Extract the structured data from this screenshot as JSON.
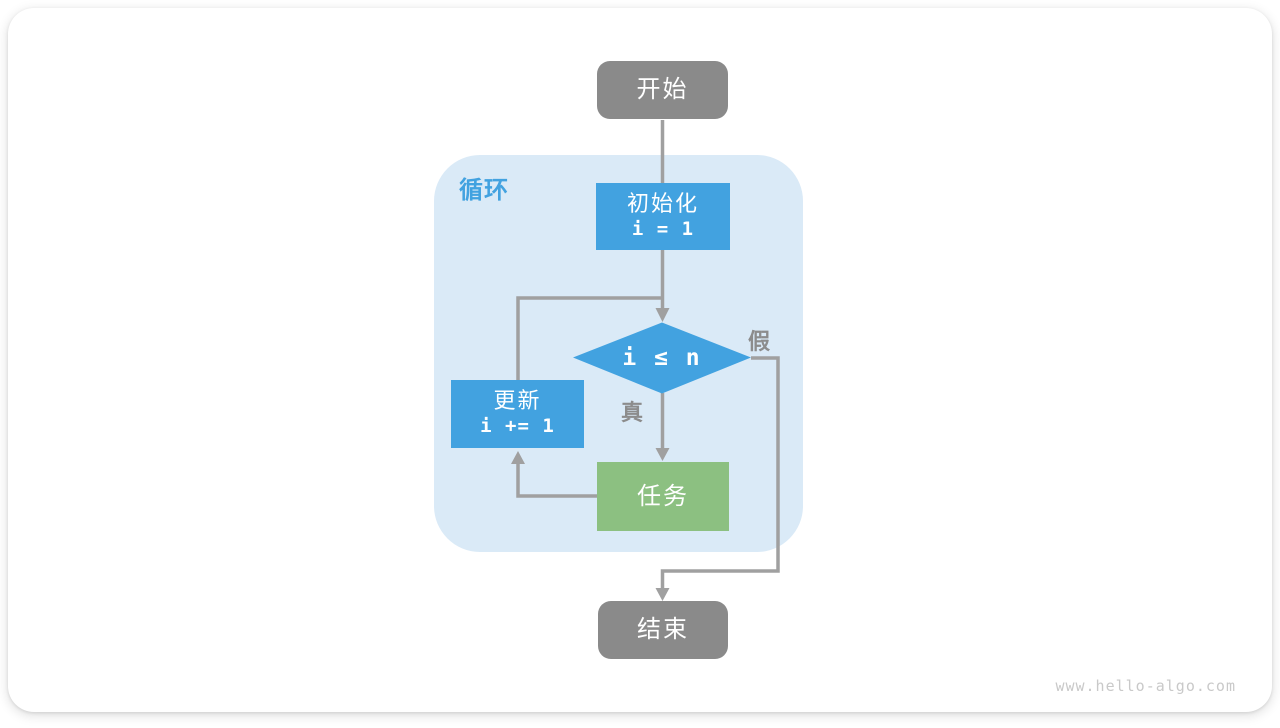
{
  "page": {
    "watermark": "www.hello-algo.com"
  },
  "flowchart": {
    "loop_region": {
      "label": "循环"
    },
    "nodes": {
      "start": {
        "label": "开始"
      },
      "init": {
        "label": "初始化",
        "code": "i = 1"
      },
      "condition": {
        "label": "i ≤ n"
      },
      "task": {
        "label": "任务"
      },
      "update": {
        "label": "更新",
        "code": "i += 1"
      },
      "end": {
        "label": "结束"
      }
    },
    "edges": {
      "true_label": "真",
      "false_label": "假"
    },
    "colors": {
      "node_blue": "#42A2E0",
      "node_green": "#8CC081",
      "node_gray": "#8A8A8A",
      "region_blue": "#DAEAF7",
      "line_gray": "#A0A0A0",
      "label_gray": "#8C8C8C",
      "loop_label_blue": "#42A2E0",
      "watermark_gray": "#C9C9C9"
    }
  }
}
